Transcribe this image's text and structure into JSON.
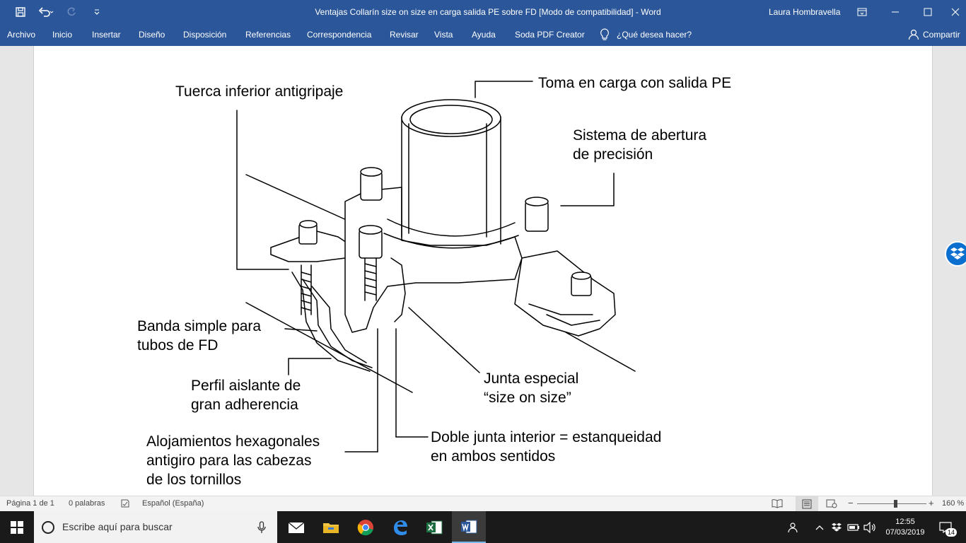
{
  "window": {
    "title": "Ventajas Collarín size on size en carga salida PE sobre FD [Modo de compatibilidad]  -  Word",
    "user": "Laura Hombravella"
  },
  "ribbon": {
    "tabs": [
      "Archivo",
      "Inicio",
      "Insertar",
      "Diseño",
      "Disposición",
      "Referencias",
      "Correspondencia",
      "Revisar",
      "Vista",
      "Ayuda",
      "Soda PDF Creator"
    ],
    "tell_me": "¿Qué desea hacer?",
    "share": "Compartir"
  },
  "document": {
    "callouts": {
      "toma": "Toma en carga con salida PE",
      "tuerca": "Tuerca inferior antigripaje",
      "sistema_1": "Sistema de abertura",
      "sistema_2": "de precisión",
      "banda_1": "Banda simple para",
      "banda_2": "tubos de FD",
      "perfil_1": "Perfil aislante de",
      "perfil_2": "gran adherencia",
      "junta_1": "Junta especial",
      "junta_2": "“size on size”",
      "doble_1": "Doble junta interior = estanqueidad",
      "doble_2": "en ambos sentidos",
      "aloj_1": "Alojamientos hexagonales",
      "aloj_2": "antigiro para las cabezas",
      "aloj_3": "de los tornillos"
    }
  },
  "status": {
    "page": "Página 1 de 1",
    "words": "0 palabras",
    "language": "Español (España)",
    "zoom": "160 %"
  },
  "taskbar": {
    "search_placeholder": "Escribe aquí para buscar",
    "time": "12:55",
    "date": "07/03/2019",
    "notifications": "14"
  },
  "colors": {
    "word_blue": "#2b579a",
    "taskbar": "#1a1a1a",
    "statusbar": "#f3f3f3"
  }
}
